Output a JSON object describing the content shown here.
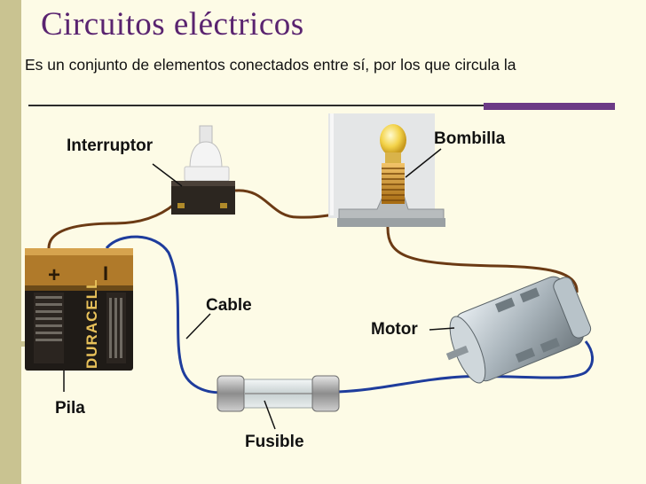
{
  "slide": {
    "title": "Circuitos eléctricos",
    "subtitle": "Es un conjunto de elementos conectados entre sí, por los que circula la"
  },
  "battery": {
    "brand": "DURACELL",
    "plus": "+",
    "minus": "I"
  },
  "labels": {
    "switch": "Interruptor",
    "bulb": "Bombilla",
    "cable": "Cable",
    "motor": "Motor",
    "battery": "Pila",
    "fuse": "Fusible"
  },
  "colors": {
    "title": "#5a2470",
    "background": "#fdfbe6",
    "side_bar": "#c9c391",
    "accent": "#6c3a86",
    "wire_brown": "#6b3a14",
    "wire_blue": "#1e3c9c"
  }
}
